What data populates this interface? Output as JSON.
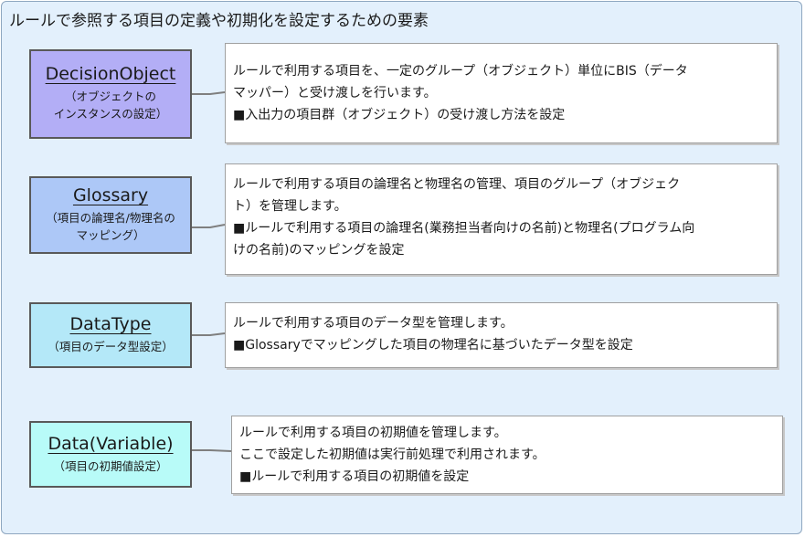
{
  "title": "ルールで参照する項目の定義や初期化を設定するための要素",
  "colors": {
    "panel_bg": "#e3f0fc",
    "decision_object": "#b3aef6",
    "glossary": "#adc8f7",
    "data_type": "#b4e8f8",
    "data_variable": "#b8fbf8"
  },
  "elements": [
    {
      "name": "DecisionObject",
      "subtitle": [
        "（オブジェクトの",
        "インスタンスの設定）"
      ],
      "description": [
        "ルールで利用する項目を、一定のグループ（オブジェクト）単位にBIS（データ",
        "マッパー）と受け渡しを行います。",
        "■入出力の項目群（オブジェクト）の受け渡し方法を設定"
      ]
    },
    {
      "name": "Glossary",
      "subtitle": [
        "（項目の論理名/物理名の",
        "マッピング）"
      ],
      "description": [
        "ルールで利用する項目の論理名と物理名の管理、項目のグループ（オブジェク",
        "ト）を管理します。",
        "■ルールで利用する項目の論理名(業務担当者向けの名前)と物理名(プログラム向",
        "けの名前)のマッピングを設定"
      ]
    },
    {
      "name": "DataType",
      "subtitle": [
        "（項目のデータ型設定）"
      ],
      "description": [
        "ルールで利用する項目のデータ型を管理します。",
        "■Glossaryでマッピングした項目の物理名に基づいたデータ型を設定"
      ]
    },
    {
      "name": "Data(Variable)",
      "subtitle": [
        "（項目の初期値設定）"
      ],
      "description": [
        "ルールで利用する項目の初期値を管理します。",
        "ここで設定した初期値は実行前処理で利用されます。",
        "■ルールで利用する項目の初期値を設定"
      ]
    }
  ]
}
